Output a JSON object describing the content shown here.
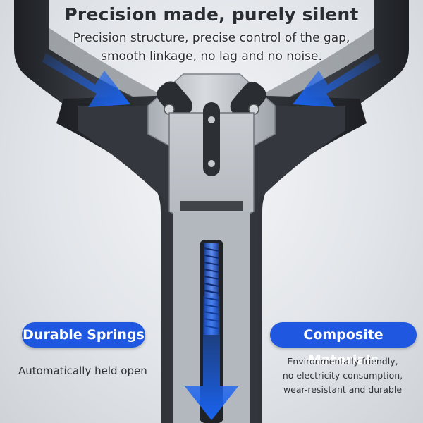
{
  "headline": "Precision made, purely silent",
  "subline": {
    "line1": "Precision structure, precise control of the gap,",
    "line2": "smooth linkage, no lag and no noise."
  },
  "features": {
    "left": {
      "label": "Durable Springs",
      "caption": "Automatically held open"
    },
    "right": {
      "label": "Composite Materials",
      "caption_lines": [
        "Environmentally friendly,",
        "no electricity consumption,",
        "wear-resistant and durable"
      ]
    }
  },
  "colors": {
    "accent": "#1f57e0",
    "arrow": "#1a63f0",
    "metal_dark": "#2b2e33",
    "metal_light": "#c8ccd1"
  },
  "icons": {
    "left_arrow": "arrow-down-right-icon",
    "right_arrow": "arrow-down-left-icon",
    "bottom_arrow": "arrow-down-icon"
  }
}
